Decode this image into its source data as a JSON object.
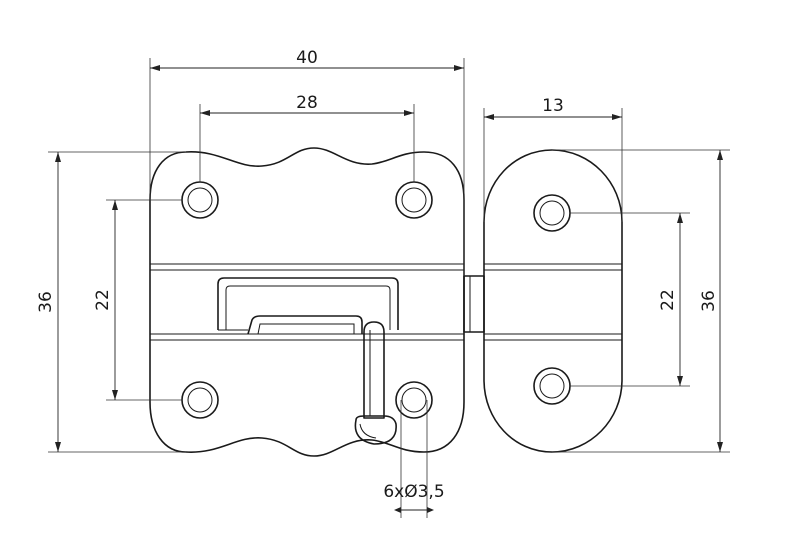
{
  "dimensions": {
    "width_outer": "40",
    "width_holes": "28",
    "width_keeper": "13",
    "height_left": "36",
    "holes_left": "22",
    "holes_right": "22",
    "height_right": "36",
    "hole_spec": "6xØ3,5"
  }
}
